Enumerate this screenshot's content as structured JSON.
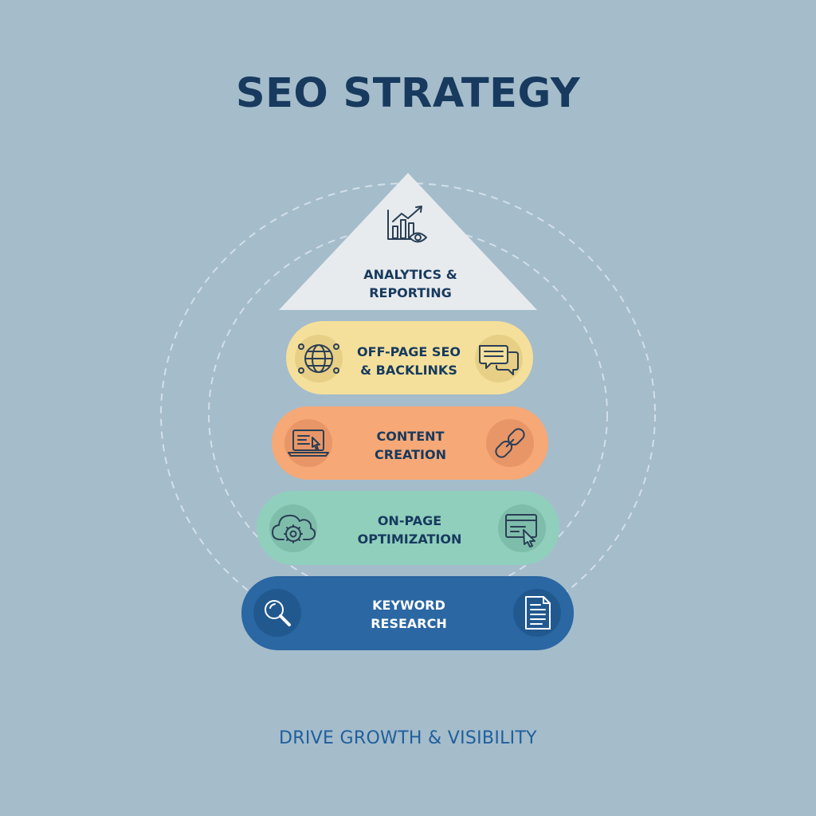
{
  "title": "SEO STRATEGY",
  "tagline": "DRIVE GROWTH & VISIBILITY",
  "levels": [
    {
      "label_lines": [
        "ANALYTICS &",
        "REPORTING"
      ],
      "icons": [
        "analytics-chart-eye-icon"
      ],
      "color": "#e8ebee"
    },
    {
      "label_lines": [
        "OFF-PAGE SEO",
        "& BACKLINKS"
      ],
      "icons": [
        "globe-network-icon",
        "chat-bubbles-icon"
      ],
      "color": "#f5e09b"
    },
    {
      "label_lines": [
        "CONTENT",
        "CREATION"
      ],
      "icons": [
        "laptop-cursor-icon",
        "chain-link-icon"
      ],
      "color": "#f6a876"
    },
    {
      "label_lines": [
        "ON-PAGE",
        "OPTIMIZATION"
      ],
      "icons": [
        "cloud-gear-icon",
        "browser-window-cursor-icon"
      ],
      "color": "#8fcfbc"
    },
    {
      "label_lines": [
        "KEYWORD",
        "RESEARCH"
      ],
      "icons": [
        "magnifier-icon",
        "document-icon"
      ],
      "color": "#2a67a3"
    }
  ]
}
